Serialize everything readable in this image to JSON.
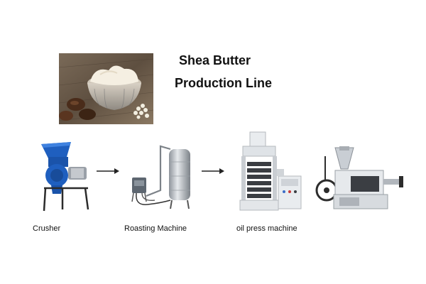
{
  "title": {
    "line1": "Shea Butter",
    "line2": "Production Line"
  },
  "steps": [
    {
      "label": "Crusher",
      "icon": "crusher-machine-icon"
    },
    {
      "label": "Roasting Machine",
      "icon": "roasting-machine-icon"
    },
    {
      "label": "oil press machine",
      "icon": "hydraulic-oil-press-icon"
    },
    {
      "label": "",
      "icon": "screw-oil-press-icon"
    }
  ],
  "colors": {
    "crusher_blue": "#1f5fbf",
    "steel": "#b8bcc2",
    "arrow": "#222222"
  }
}
